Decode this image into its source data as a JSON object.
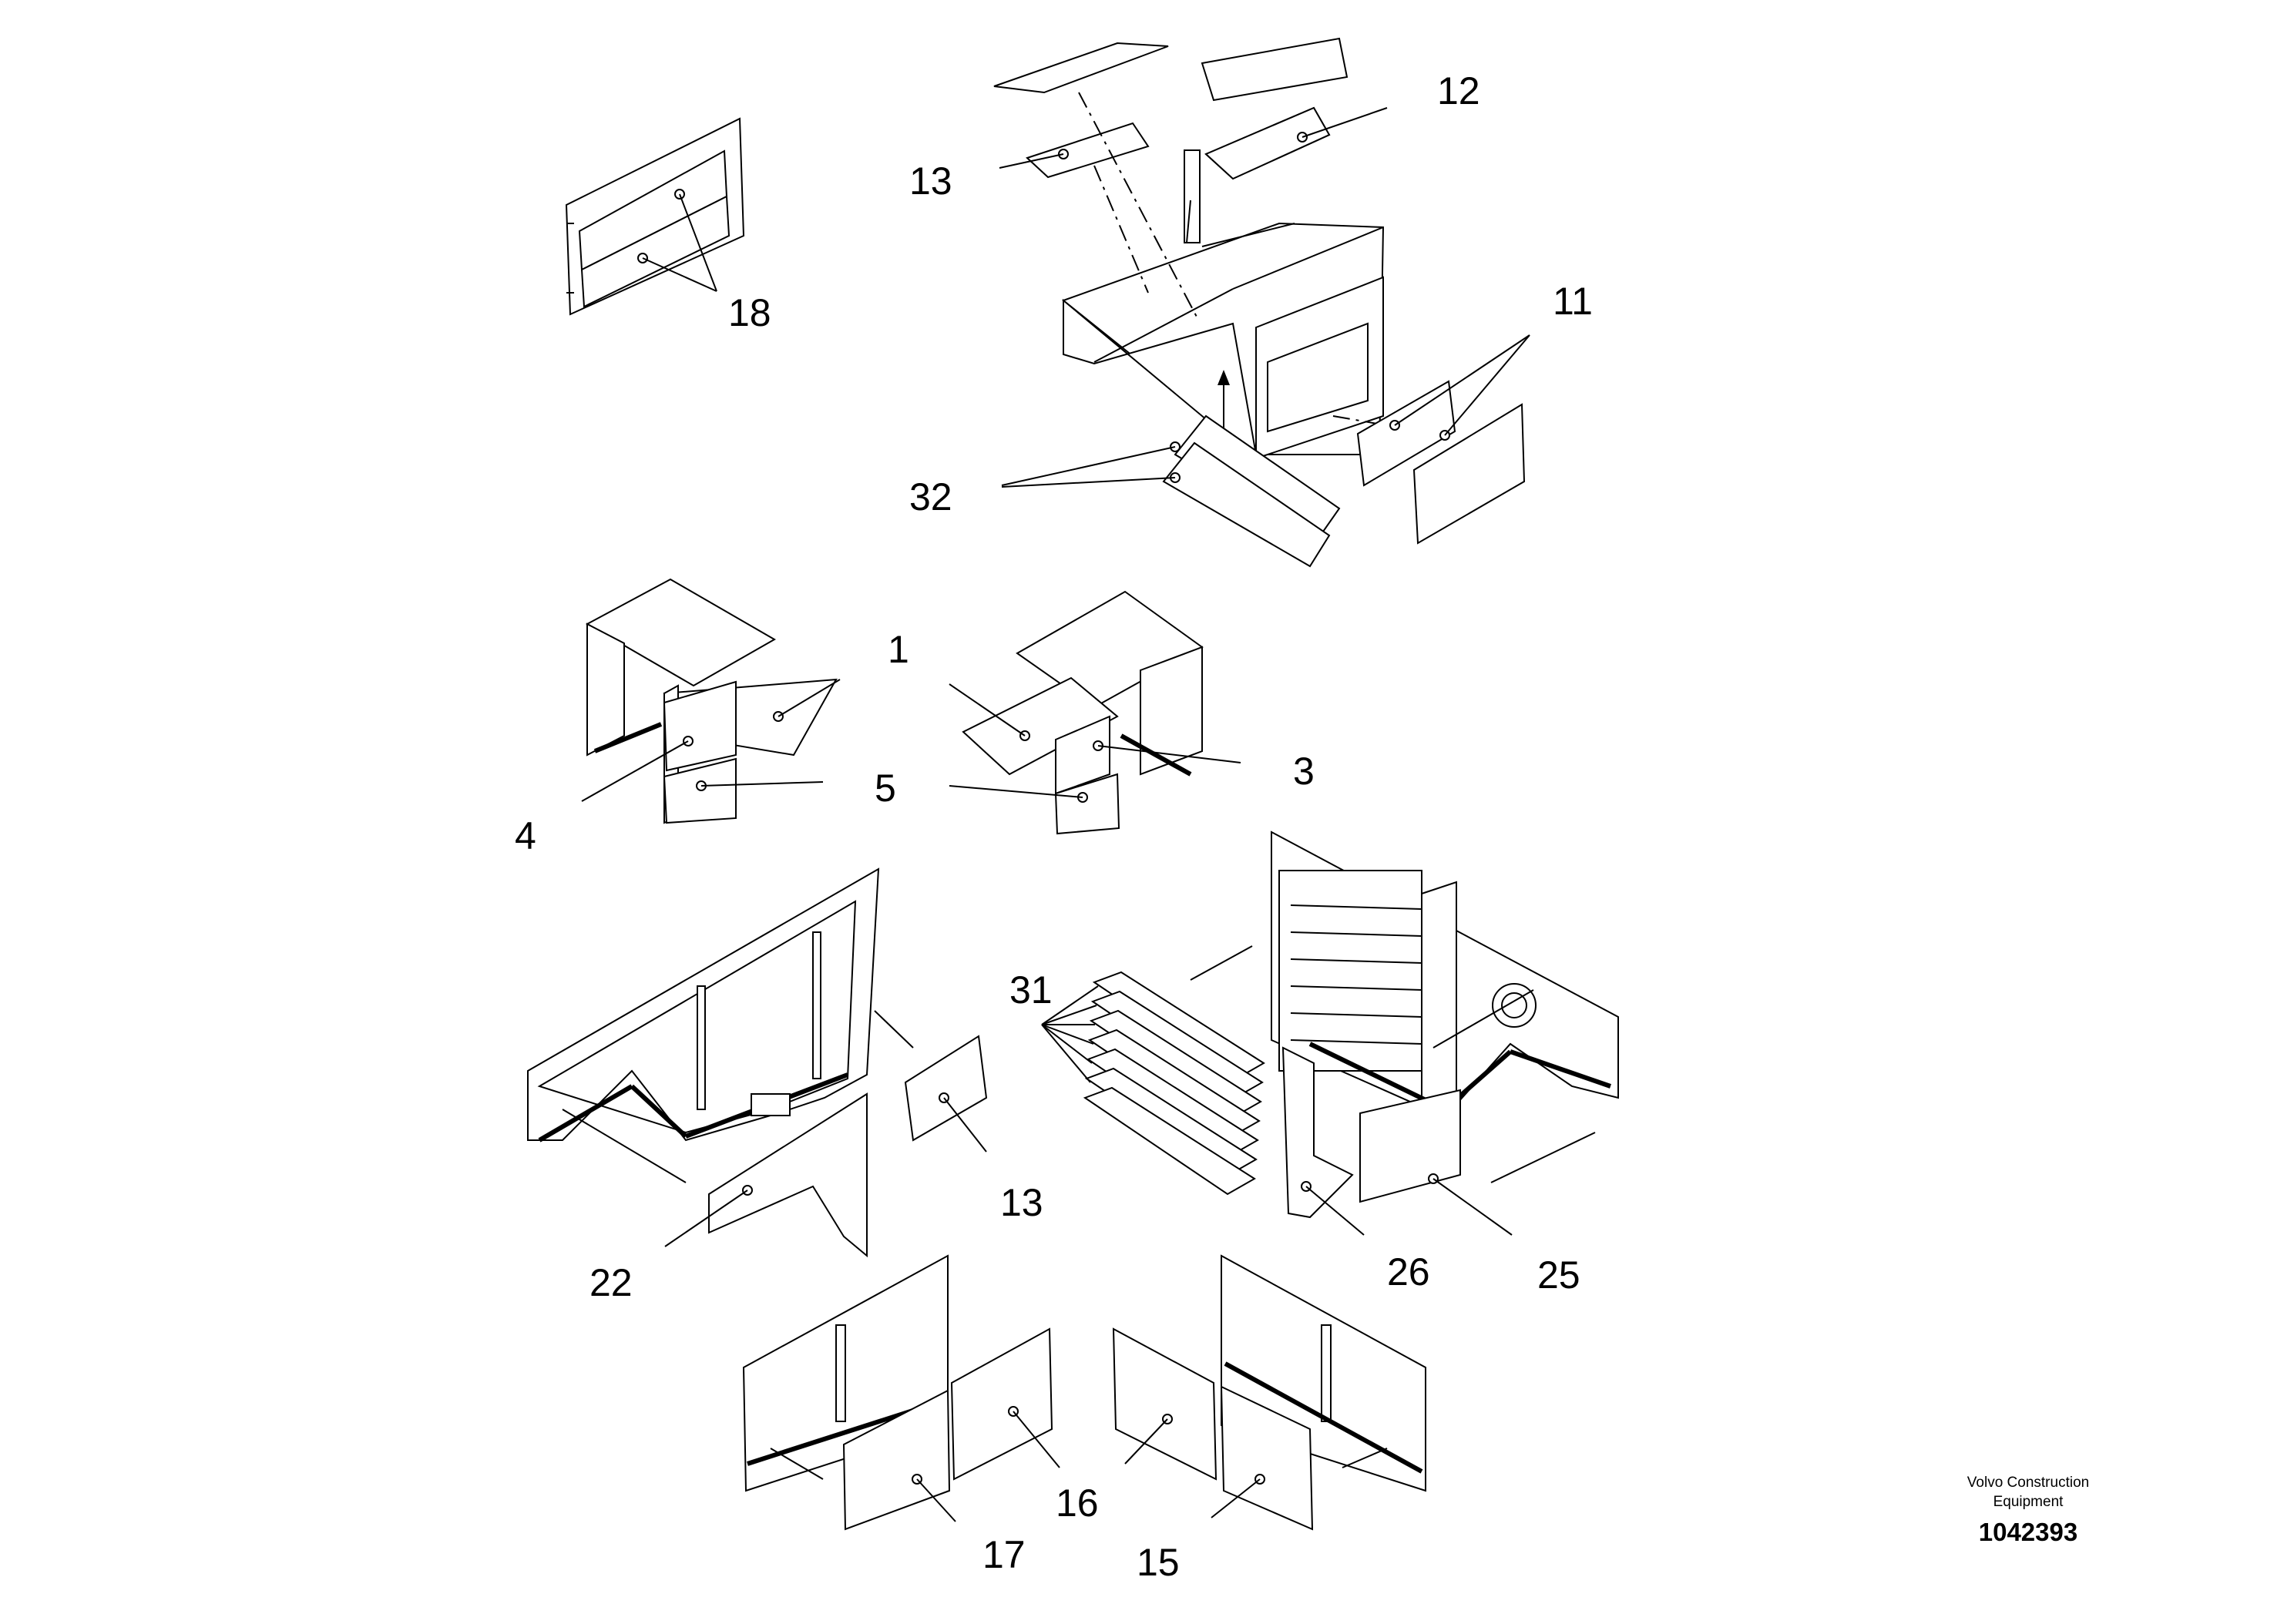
{
  "diagram": {
    "callouts": {
      "c1": "1",
      "c3": "3",
      "c4": "4",
      "c5": "5",
      "c11": "11",
      "c12": "12",
      "c13a": "13",
      "c13b": "13",
      "c15": "15",
      "c16": "16",
      "c17": "17",
      "c18": "18",
      "c22": "22",
      "c25": "25",
      "c26": "26",
      "c31": "31",
      "c32": "32"
    },
    "brand_line1": "Volvo Construction",
    "brand_line2": "Equipment",
    "doc_number": "1042393"
  }
}
